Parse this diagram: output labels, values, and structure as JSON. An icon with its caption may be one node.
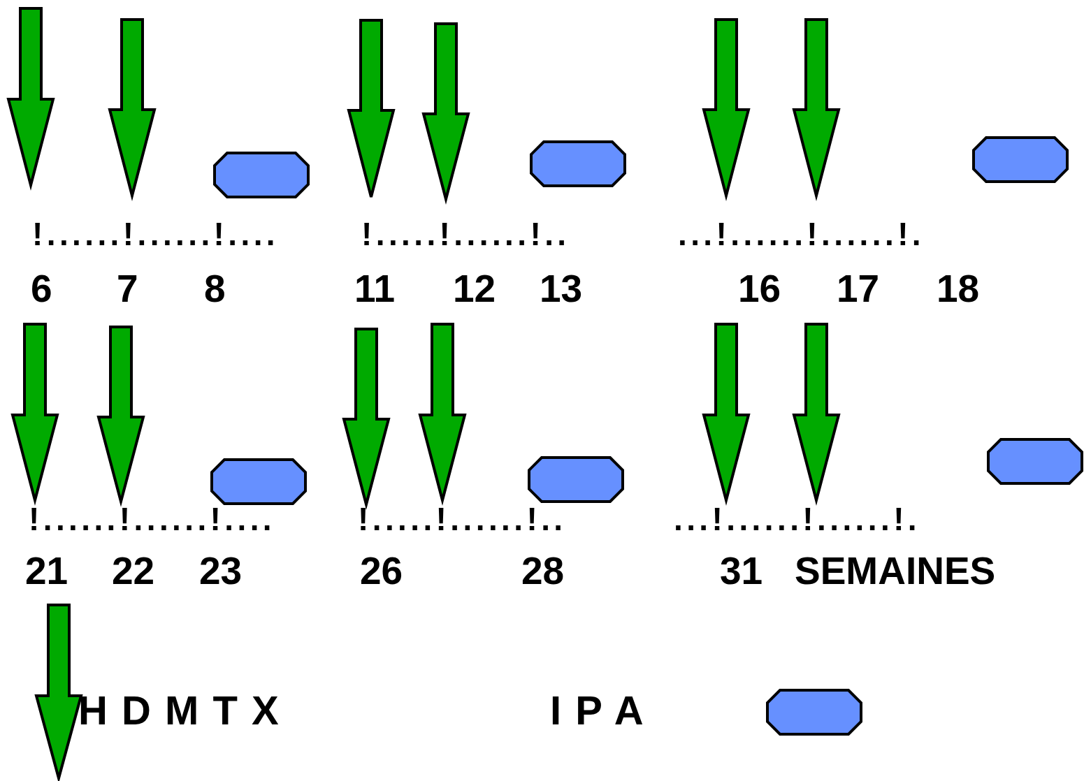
{
  "diagram": {
    "nodes": [
      {
        "text": [],
        "shape": "octagon"
      },
      {
        "text": [],
        "shape": "octagon"
      },
      {
        "text": [],
        "shape": "octagon"
      },
      {
        "text": [],
        "shape": "octagon"
      },
      {
        "text": [],
        "shape": "octagon"
      },
      {
        "text": [],
        "shape": "octagon"
      },
      {
        "text": [],
        "shape": "octagon"
      }
    ],
    "labels": [
      "!......!......!....",
      "!.....!......!..",
      "...!......!......!.",
      "6",
      "7",
      "8",
      "11",
      "12",
      "13",
      "16",
      "17",
      "18",
      "!......!......!....",
      "!.....!......!..",
      "...!......!......!.",
      "21",
      "22",
      "23",
      "26",
      "28",
      "31",
      "SEMAINES"
    ],
    "legend": [
      {
        "text": "H D M T X"
      },
      {
        "text": "I P A"
      }
    ]
  }
}
